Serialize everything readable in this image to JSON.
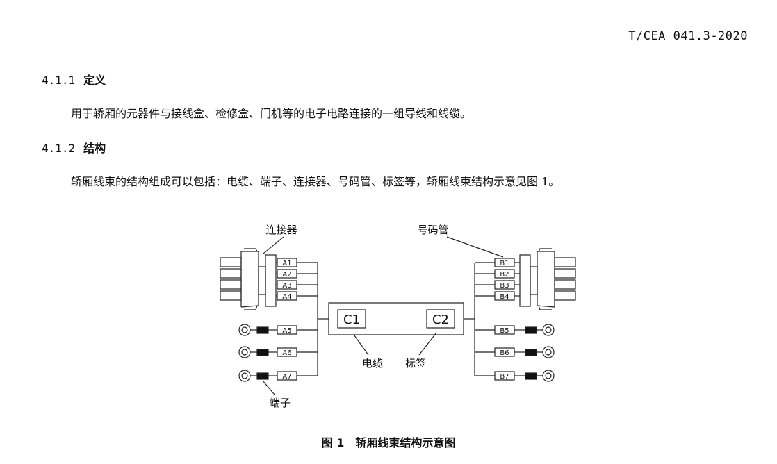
{
  "header": {
    "standard_number": "T/CEA 041.3-2020"
  },
  "sections": [
    {
      "number": "4.1.1",
      "title": "定义",
      "body": "用于轿厢的元器件与接线盒、检修盒、门机等的电子电路连接的一组导线和线缆。"
    },
    {
      "number": "4.1.2",
      "title": "结构",
      "body": "轿厢线束的结构组成可以包括：电缆、端子、连接器、号码管、标签等，轿厢线束结构示意见图 1。"
    }
  ],
  "figure": {
    "callouts": {
      "connector": "连接器",
      "number_tube": "号码管",
      "cable": "电缆",
      "label": "标签",
      "terminal": "端子"
    },
    "left_tubes": [
      "A1",
      "A2",
      "A3",
      "A4",
      "A5",
      "A6",
      "A7"
    ],
    "right_tubes": [
      "B1",
      "B2",
      "B3",
      "B4",
      "B5",
      "B6",
      "B7"
    ],
    "cable_labels": [
      "C1",
      "C2"
    ],
    "caption_number": "图 1",
    "caption_title": "轿厢线束结构示意图"
  }
}
